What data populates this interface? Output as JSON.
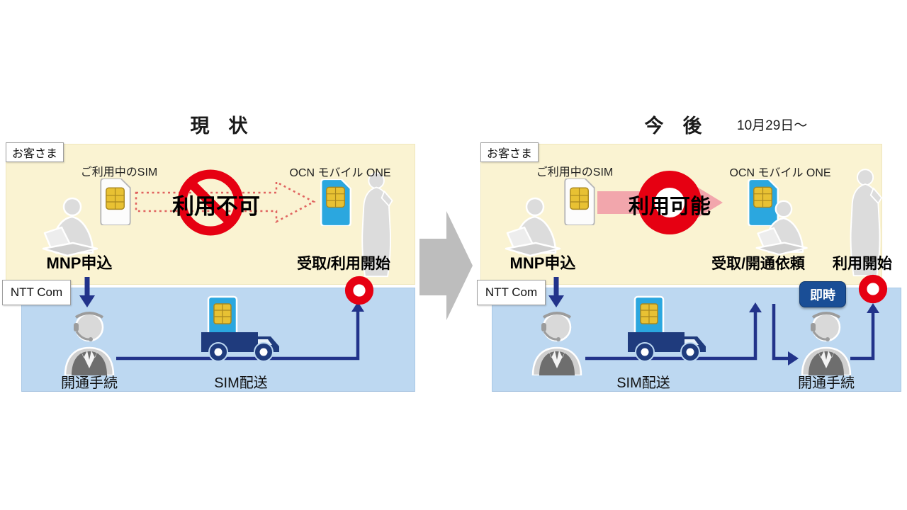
{
  "figure": {
    "left": {
      "title": "現　状",
      "customer_area_label": "お客さま",
      "provider_area_label": "NTT Com",
      "current_sim_label": "ご利用中のSIM",
      "new_sim_label": "OCN モバイル ONE",
      "transfer_status": "利用不可",
      "step_apply": "MNP申込",
      "step_receive": "受取/利用開始",
      "step_activate": "開通手続",
      "step_delivery": "SIM配送"
    },
    "right": {
      "title": "今　後",
      "start_date": "10月29日～",
      "customer_area_label": "お客さま",
      "provider_area_label": "NTT Com",
      "current_sim_label": "ご利用中のSIM",
      "new_sim_label": "OCN モバイル ONE",
      "transfer_status": "利用可能",
      "step_apply": "MNP申込",
      "step_receive": "受取/開通依頼",
      "step_start": "利用開始",
      "immediate_badge": "即時",
      "step_delivery": "SIM配送",
      "step_activate": "開通手続"
    },
    "colors": {
      "customer_area_bg": "#FAF3D2",
      "provider_area_bg": "#BDD8F1",
      "navy": "#1F3B7D",
      "flow_line": "#22338A",
      "red": "#E60012",
      "pink_arrow": "#F2A6AC",
      "dashed_arrow_outline": "#E0635F",
      "transition_arrow_gray": "#BDBDBD",
      "badge_blue": "#1A4E96",
      "sim_blue": "#2BA7DF",
      "chip_gold": "#E8C133"
    },
    "icons": [
      "sim-card-icon",
      "ocn-sim-card-icon",
      "laptop-user-icon",
      "standing-user-icon",
      "operator-icon",
      "delivery-truck-icon",
      "prohibited-icon",
      "allowed-ring-icon",
      "handover-ring-icon",
      "dashed-arrow-icon",
      "pink-arrow-icon",
      "transition-arrow-icon",
      "down-arrow-icon",
      "flow-line"
    ]
  }
}
